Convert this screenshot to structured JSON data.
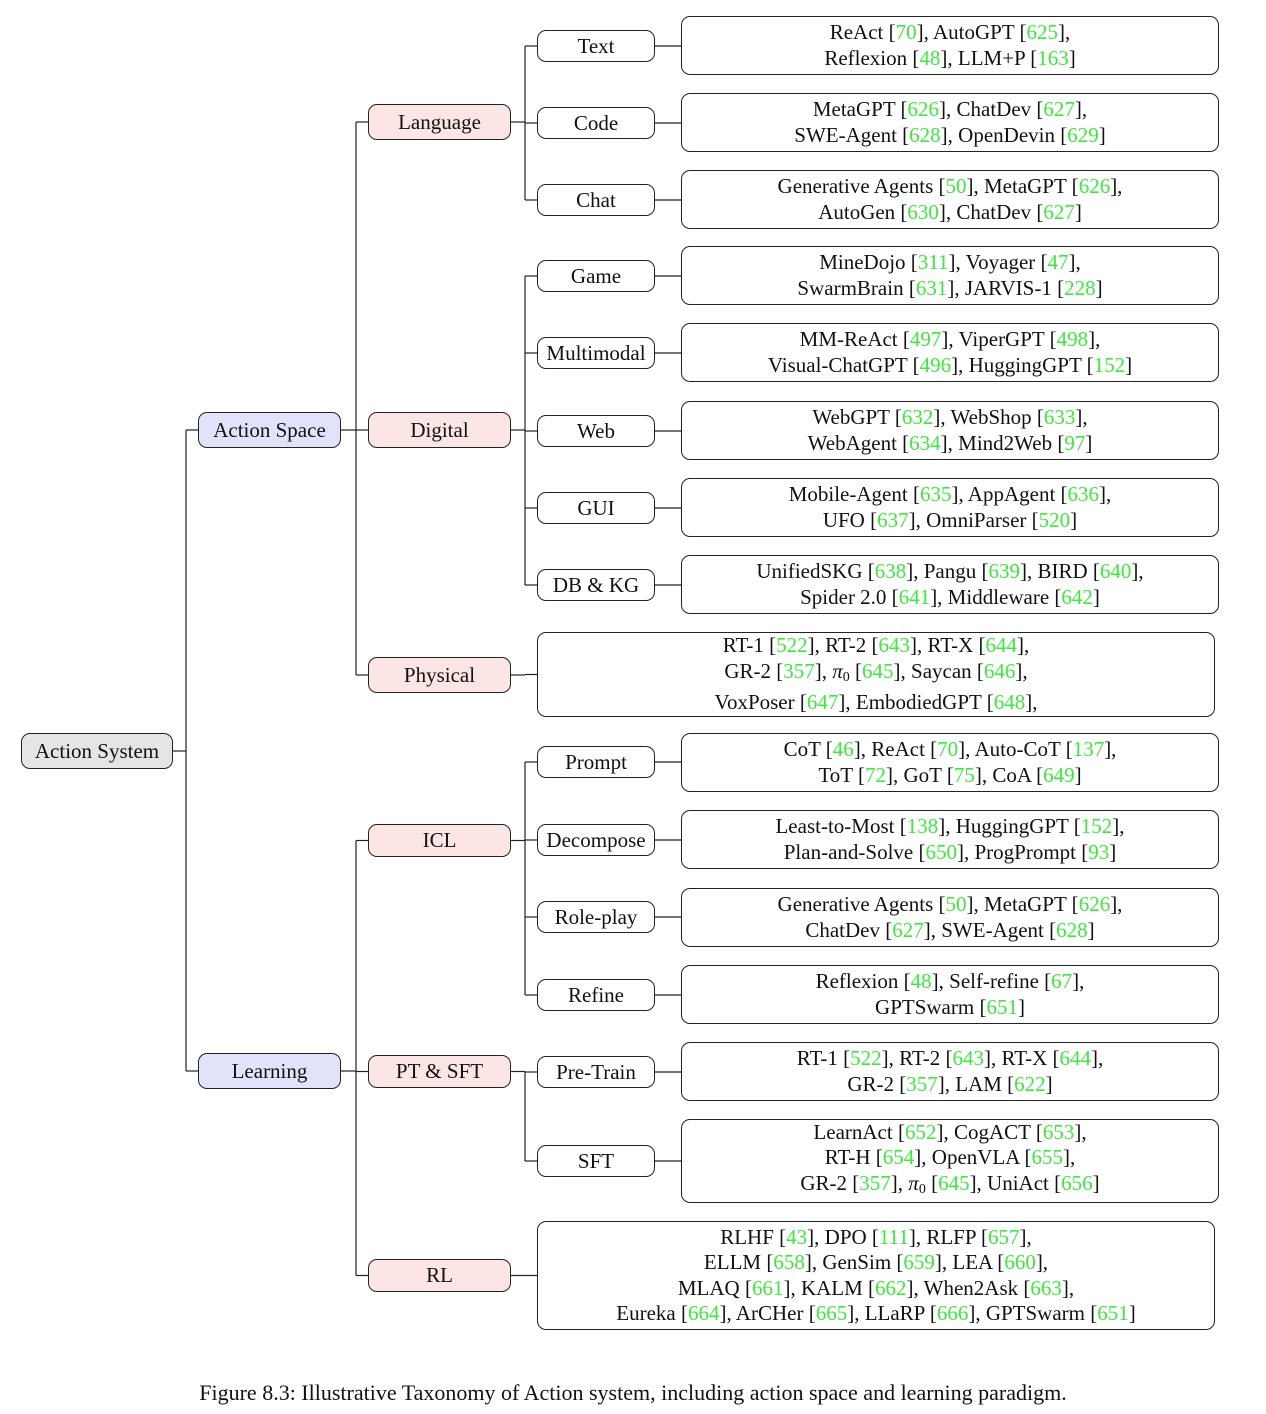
{
  "root": "Action System",
  "level1": [
    "Action Space",
    "Learning"
  ],
  "level2": [
    "Language",
    "Digital",
    "Physical",
    "ICL",
    "PT & SFT",
    "RL"
  ],
  "level3": [
    "Text",
    "Code",
    "Chat",
    "Game",
    "Multimodal",
    "Web",
    "GUI",
    "DB & KG",
    "Prompt",
    "Decompose",
    "Role-play",
    "Refine",
    "Pre-Train",
    "SFT"
  ],
  "leaves": {
    "text": [
      [
        [
          "t",
          "ReAct ["
        ],
        [
          "r",
          "70"
        ],
        [
          "t",
          "], AutoGPT ["
        ],
        [
          "r",
          "625"
        ],
        [
          "t",
          "],"
        ]
      ],
      [
        [
          "t",
          "Reflexion ["
        ],
        [
          "r",
          "48"
        ],
        [
          "t",
          "], LLM+P ["
        ],
        [
          "r",
          "163"
        ],
        [
          "t",
          "]"
        ]
      ]
    ],
    "code": [
      [
        [
          "t",
          "MetaGPT ["
        ],
        [
          "r",
          "626"
        ],
        [
          "t",
          "], ChatDev ["
        ],
        [
          "r",
          "627"
        ],
        [
          "t",
          "],"
        ]
      ],
      [
        [
          "t",
          "SWE-Agent ["
        ],
        [
          "r",
          "628"
        ],
        [
          "t",
          "], OpenDevin ["
        ],
        [
          "r",
          "629"
        ],
        [
          "t",
          "]"
        ]
      ]
    ],
    "chat": [
      [
        [
          "t",
          "Generative Agents ["
        ],
        [
          "r",
          "50"
        ],
        [
          "t",
          "], MetaGPT ["
        ],
        [
          "r",
          "626"
        ],
        [
          "t",
          "],"
        ]
      ],
      [
        [
          "t",
          "AutoGen ["
        ],
        [
          "r",
          "630"
        ],
        [
          "t",
          "], ChatDev ["
        ],
        [
          "r",
          "627"
        ],
        [
          "t",
          "]"
        ]
      ]
    ],
    "game": [
      [
        [
          "t",
          "MineDojo ["
        ],
        [
          "r",
          "311"
        ],
        [
          "t",
          "], Voyager ["
        ],
        [
          "r",
          "47"
        ],
        [
          "t",
          "],"
        ]
      ],
      [
        [
          "t",
          "SwarmBrain ["
        ],
        [
          "r",
          "631"
        ],
        [
          "t",
          "], JARVIS-1 ["
        ],
        [
          "r",
          "228"
        ],
        [
          "t",
          "]"
        ]
      ]
    ],
    "multimodal": [
      [
        [
          "t",
          "MM-ReAct ["
        ],
        [
          "r",
          "497"
        ],
        [
          "t",
          "], ViperGPT ["
        ],
        [
          "r",
          "498"
        ],
        [
          "t",
          "],"
        ]
      ],
      [
        [
          "t",
          "Visual-ChatGPT ["
        ],
        [
          "r",
          "496"
        ],
        [
          "t",
          "], HuggingGPT ["
        ],
        [
          "r",
          "152"
        ],
        [
          "t",
          "]"
        ]
      ]
    ],
    "web": [
      [
        [
          "t",
          "WebGPT ["
        ],
        [
          "r",
          "632"
        ],
        [
          "t",
          "], WebShop ["
        ],
        [
          "r",
          "633"
        ],
        [
          "t",
          "],"
        ]
      ],
      [
        [
          "t",
          "WebAgent ["
        ],
        [
          "r",
          "634"
        ],
        [
          "t",
          "], Mind2Web ["
        ],
        [
          "r",
          "97"
        ],
        [
          "t",
          "]"
        ]
      ]
    ],
    "gui": [
      [
        [
          "t",
          "Mobile-Agent ["
        ],
        [
          "r",
          "635"
        ],
        [
          "t",
          "], AppAgent ["
        ],
        [
          "r",
          "636"
        ],
        [
          "t",
          "],"
        ]
      ],
      [
        [
          "t",
          "UFO ["
        ],
        [
          "r",
          "637"
        ],
        [
          "t",
          "], OmniParser ["
        ],
        [
          "r",
          "520"
        ],
        [
          "t",
          "]"
        ]
      ]
    ],
    "dbkg": [
      [
        [
          "t",
          "UnifiedSKG ["
        ],
        [
          "r",
          "638"
        ],
        [
          "t",
          "], Pangu ["
        ],
        [
          "r",
          "639"
        ],
        [
          "t",
          "], BIRD ["
        ],
        [
          "r",
          "640"
        ],
        [
          "t",
          "],"
        ]
      ],
      [
        [
          "t",
          "Spider 2.0 ["
        ],
        [
          "r",
          "641"
        ],
        [
          "t",
          "], Middleware ["
        ],
        [
          "r",
          "642"
        ],
        [
          "t",
          "]"
        ]
      ]
    ],
    "physical": [
      [
        [
          "t",
          "RT-1 ["
        ],
        [
          "r",
          "522"
        ],
        [
          "t",
          "], RT-2 ["
        ],
        [
          "r",
          "643"
        ],
        [
          "t",
          "], RT-X ["
        ],
        [
          "r",
          "644"
        ],
        [
          "t",
          "],"
        ]
      ],
      [
        [
          "t",
          "GR-2 ["
        ],
        [
          "r",
          "357"
        ],
        [
          "t",
          "], "
        ],
        [
          "p",
          "π",
          "0"
        ],
        [
          "t",
          " ["
        ],
        [
          "r",
          "645"
        ],
        [
          "t",
          "], Saycan ["
        ],
        [
          "r",
          "646"
        ],
        [
          "t",
          "],"
        ]
      ],
      [
        [
          "t",
          "VoxPoser ["
        ],
        [
          "r",
          "647"
        ],
        [
          "t",
          "], EmbodiedGPT ["
        ],
        [
          "r",
          "648"
        ],
        [
          "t",
          "],"
        ]
      ]
    ],
    "prompt": [
      [
        [
          "t",
          "CoT ["
        ],
        [
          "r",
          "46"
        ],
        [
          "t",
          "], ReAct ["
        ],
        [
          "r",
          "70"
        ],
        [
          "t",
          "], Auto-CoT ["
        ],
        [
          "r",
          "137"
        ],
        [
          "t",
          "],"
        ]
      ],
      [
        [
          "t",
          "ToT ["
        ],
        [
          "r",
          "72"
        ],
        [
          "t",
          "], GoT ["
        ],
        [
          "r",
          "75"
        ],
        [
          "t",
          "], CoA ["
        ],
        [
          "r",
          "649"
        ],
        [
          "t",
          "]"
        ]
      ]
    ],
    "decompose": [
      [
        [
          "t",
          "Least-to-Most ["
        ],
        [
          "r",
          "138"
        ],
        [
          "t",
          "], HuggingGPT ["
        ],
        [
          "r",
          "152"
        ],
        [
          "t",
          "],"
        ]
      ],
      [
        [
          "t",
          "Plan-and-Solve ["
        ],
        [
          "r",
          "650"
        ],
        [
          "t",
          "], ProgPrompt ["
        ],
        [
          "r",
          "93"
        ],
        [
          "t",
          "]"
        ]
      ]
    ],
    "roleplay": [
      [
        [
          "t",
          "Generative Agents ["
        ],
        [
          "r",
          "50"
        ],
        [
          "t",
          "], MetaGPT ["
        ],
        [
          "r",
          "626"
        ],
        [
          "t",
          "],"
        ]
      ],
      [
        [
          "t",
          "ChatDev ["
        ],
        [
          "r",
          "627"
        ],
        [
          "t",
          "], SWE-Agent ["
        ],
        [
          "r",
          "628"
        ],
        [
          "t",
          "]"
        ]
      ]
    ],
    "refine": [
      [
        [
          "t",
          "Reflexion ["
        ],
        [
          "r",
          "48"
        ],
        [
          "t",
          "], Self-refine ["
        ],
        [
          "r",
          "67"
        ],
        [
          "t",
          "],"
        ]
      ],
      [
        [
          "t",
          "GPTSwarm ["
        ],
        [
          "r",
          "651"
        ],
        [
          "t",
          "]"
        ]
      ]
    ],
    "pretrain": [
      [
        [
          "t",
          "RT-1 ["
        ],
        [
          "r",
          "522"
        ],
        [
          "t",
          "], RT-2 ["
        ],
        [
          "r",
          "643"
        ],
        [
          "t",
          "], RT-X ["
        ],
        [
          "r",
          "644"
        ],
        [
          "t",
          "],"
        ]
      ],
      [
        [
          "t",
          "GR-2 ["
        ],
        [
          "r",
          "357"
        ],
        [
          "t",
          "], LAM ["
        ],
        [
          "r",
          "622"
        ],
        [
          "t",
          "]"
        ]
      ]
    ],
    "sft": [
      [
        [
          "t",
          "LearnAct ["
        ],
        [
          "r",
          "652"
        ],
        [
          "t",
          "], CogACT ["
        ],
        [
          "r",
          "653"
        ],
        [
          "t",
          "],"
        ]
      ],
      [
        [
          "t",
          "RT-H ["
        ],
        [
          "r",
          "654"
        ],
        [
          "t",
          "], OpenVLA ["
        ],
        [
          "r",
          "655"
        ],
        [
          "t",
          "],"
        ]
      ],
      [
        [
          "t",
          "GR-2 ["
        ],
        [
          "r",
          "357"
        ],
        [
          "t",
          "], "
        ],
        [
          "p",
          "π",
          "0"
        ],
        [
          "t",
          " ["
        ],
        [
          "r",
          "645"
        ],
        [
          "t",
          "], UniAct ["
        ],
        [
          "r",
          "656"
        ],
        [
          "t",
          "]"
        ]
      ]
    ],
    "rl": [
      [
        [
          "t",
          "RLHF ["
        ],
        [
          "r",
          "43"
        ],
        [
          "t",
          "], DPO ["
        ],
        [
          "r",
          "111"
        ],
        [
          "t",
          "], RLFP ["
        ],
        [
          "r",
          "657"
        ],
        [
          "t",
          "],"
        ]
      ],
      [
        [
          "t",
          "ELLM ["
        ],
        [
          "r",
          "658"
        ],
        [
          "t",
          "], GenSim ["
        ],
        [
          "r",
          "659"
        ],
        [
          "t",
          "], LEA ["
        ],
        [
          "r",
          "660"
        ],
        [
          "t",
          "],"
        ]
      ],
      [
        [
          "t",
          "MLAQ ["
        ],
        [
          "r",
          "661"
        ],
        [
          "t",
          "], KALM ["
        ],
        [
          "r",
          "662"
        ],
        [
          "t",
          "], When2Ask ["
        ],
        [
          "r",
          "663"
        ],
        [
          "t",
          "],"
        ]
      ],
      [
        [
          "t",
          "Eureka ["
        ],
        [
          "r",
          "664"
        ],
        [
          "t",
          "], ArCHer ["
        ],
        [
          "r",
          "665"
        ],
        [
          "t",
          "], LLaRP ["
        ],
        [
          "r",
          "666"
        ],
        [
          "t",
          "], GPTSwarm ["
        ],
        [
          "r",
          "651"
        ],
        [
          "t",
          "]"
        ]
      ]
    ]
  },
  "caption": "Figure 8.3: Illustrative Taxonomy of Action system, including action space and learning paradigm.",
  "colors": {
    "root": "#e5e5e5",
    "level1": "#e2e3fb",
    "level2": "#fbe6e5",
    "level3": "#ffffff",
    "ref": "#3ee83e"
  }
}
